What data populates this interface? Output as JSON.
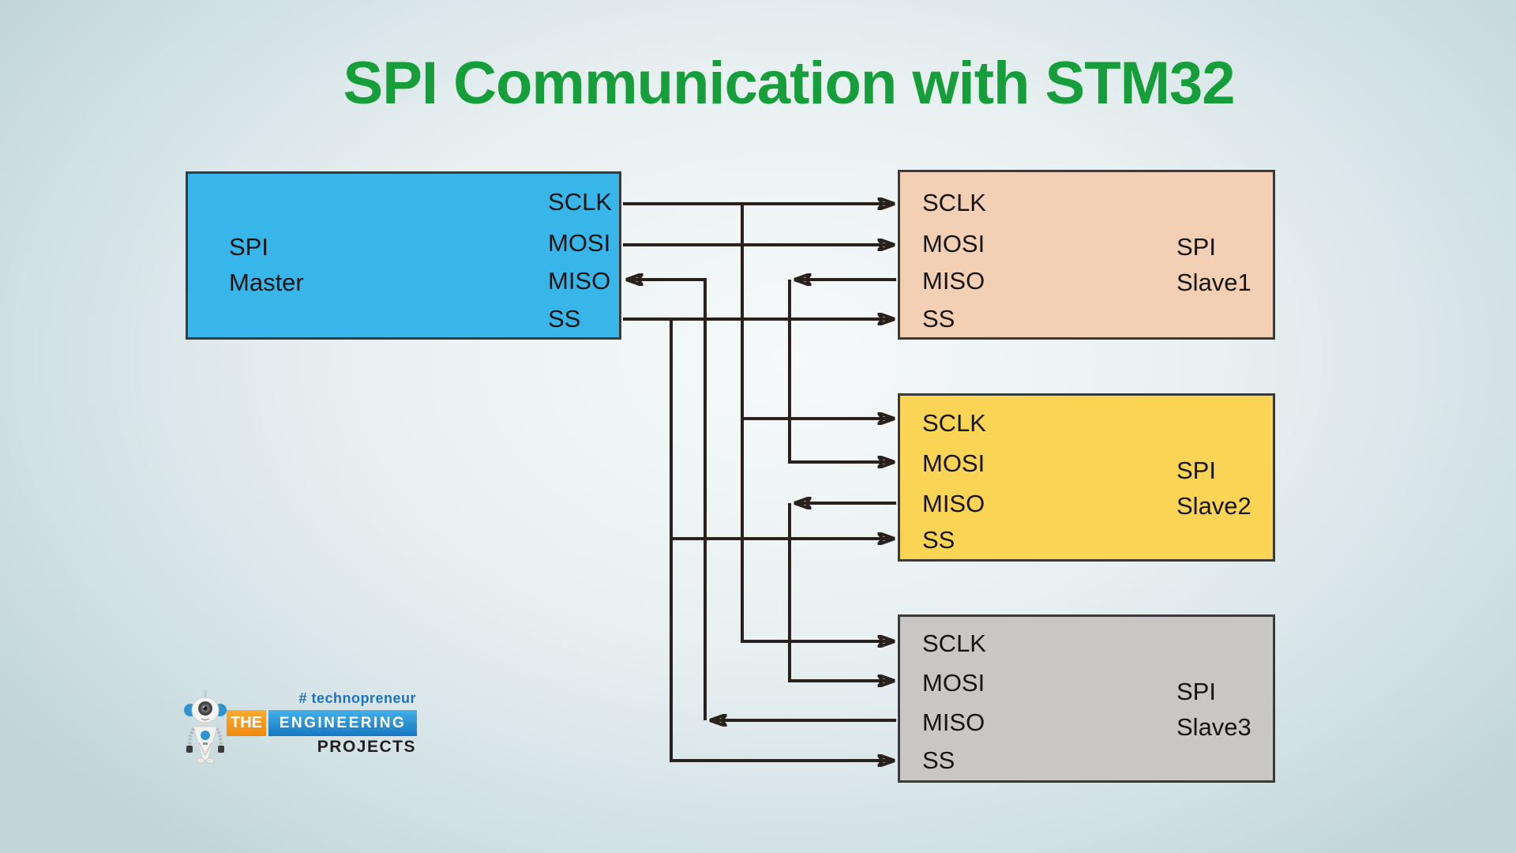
{
  "title": "SPI Communication with STM32",
  "master": {
    "name_lines": [
      "SPI",
      "Master"
    ],
    "pins": [
      "SCLK",
      "MOSI",
      "MISO",
      "SS"
    ],
    "fill_color": "#38b6ea"
  },
  "slaves": [
    {
      "name_lines": [
        "SPI",
        "Slave1"
      ],
      "pins": [
        "SCLK",
        "MOSI",
        "MISO",
        "SS"
      ],
      "fill_color": "#f3d0b4"
    },
    {
      "name_lines": [
        "SPI",
        "Slave2"
      ],
      "pins": [
        "SCLK",
        "MOSI",
        "MISO",
        "SS"
      ],
      "fill_color": "#f9d455"
    },
    {
      "name_lines": [
        "SPI",
        "Slave3"
      ],
      "pins": [
        "SCLK",
        "MOSI",
        "MISO",
        "SS"
      ],
      "fill_color": "#c8c7c5"
    }
  ],
  "logo": {
    "hashtag": "# technopreneur",
    "the": "THE",
    "engineering": "ENGINEERING",
    "projects": "PROJECTS",
    "orange": "#f7941e",
    "blue": "#1f85c9",
    "hashtag_blue": "#1b74c0"
  },
  "colors": {
    "title_green": "#169e3b",
    "wire": "#29211d",
    "box_border": "#3a3a3a",
    "background_edge": "#c2d6da",
    "background_center": "#f6f9f9"
  }
}
